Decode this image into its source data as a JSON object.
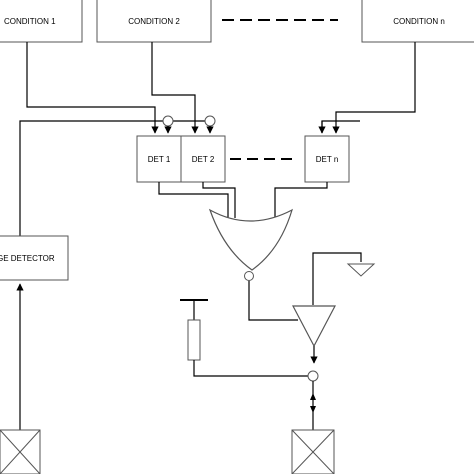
{
  "diagram": {
    "conditions": {
      "c1": "CONDITION 1",
      "c2": "CONDITION 2",
      "cn": "CONDITION n"
    },
    "detectors": {
      "d1": "DET 1",
      "d2": "DET 2",
      "dn": "DET n"
    },
    "edge_detector": "GE DETECTOR"
  }
}
